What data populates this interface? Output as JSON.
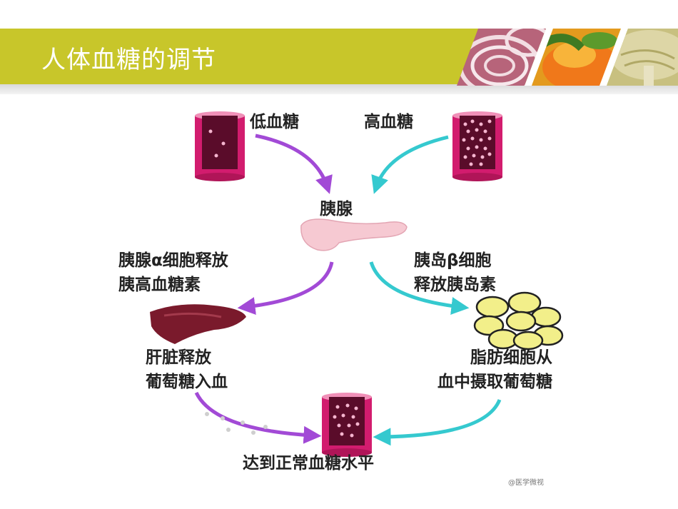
{
  "slide": {
    "title": "人体血糖的调节"
  },
  "diagram": {
    "low_sugar": "低血糖",
    "high_sugar": "高血糖",
    "pancreas": "胰腺",
    "alpha_line1": "胰腺α细胞释放",
    "alpha_line2": "胰高血糖素",
    "beta_line1": "胰岛β细胞",
    "beta_line2": "释放胰岛素",
    "liver_line1": "肝脏释放",
    "liver_line2": "葡萄糖入血",
    "fat_line1": "脂肪细胞从",
    "fat_line2": "血中摄取葡萄糖",
    "normal": "达到正常血糖水平",
    "credit": "@医学微视"
  },
  "colors": {
    "title_bar": "#c8c62a",
    "vessel": "#d21c6e",
    "vessel_light": "#f090b8",
    "purple_arrow": "#a24ad6",
    "cyan_arrow": "#35c9cf",
    "liver": "#7a1a2c",
    "fat_cell": "#f2ef8a",
    "pancreas": "#f6c9d2"
  },
  "icons": [
    "onion-photo",
    "pepper-photo",
    "mushroom-photo",
    "blood-vessel-icon",
    "pancreas-icon",
    "liver-icon",
    "fat-cells-icon"
  ]
}
